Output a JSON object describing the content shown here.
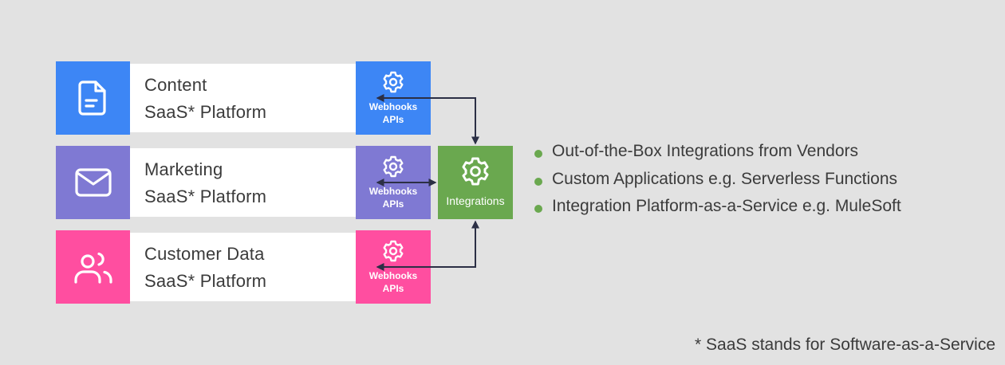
{
  "platforms": [
    {
      "id": "content",
      "icon": "document-icon",
      "line1": "Content",
      "line2": "SaaS* Platform",
      "api_line1": "Webhooks",
      "api_line2": "APIs",
      "color": "#3d86f5"
    },
    {
      "id": "marketing",
      "icon": "envelope-icon",
      "line1": "Marketing",
      "line2": "SaaS* Platform",
      "api_line1": "Webhooks",
      "api_line2": "APIs",
      "color": "#7f79d3"
    },
    {
      "id": "customer-data",
      "icon": "users-icon",
      "line1": "Customer Data",
      "line2": "SaaS* Platform",
      "api_line1": "Webhooks",
      "api_line2": "APIs",
      "color": "#ff4ea0"
    }
  ],
  "hub": {
    "label": "Integrations",
    "icon": "gear-icon",
    "color": "#6aa84f"
  },
  "bullets": [
    "Out-of-the-Box Integrations from Vendors",
    "Custom Applications e.g. Serverless Functions",
    "Integration Platform-as-a-Service e.g. MuleSoft"
  ],
  "bullet_color": "#6aa84f",
  "footnote": "* SaaS stands for Software-as-a-Service",
  "connector_color": "#2b2f45"
}
